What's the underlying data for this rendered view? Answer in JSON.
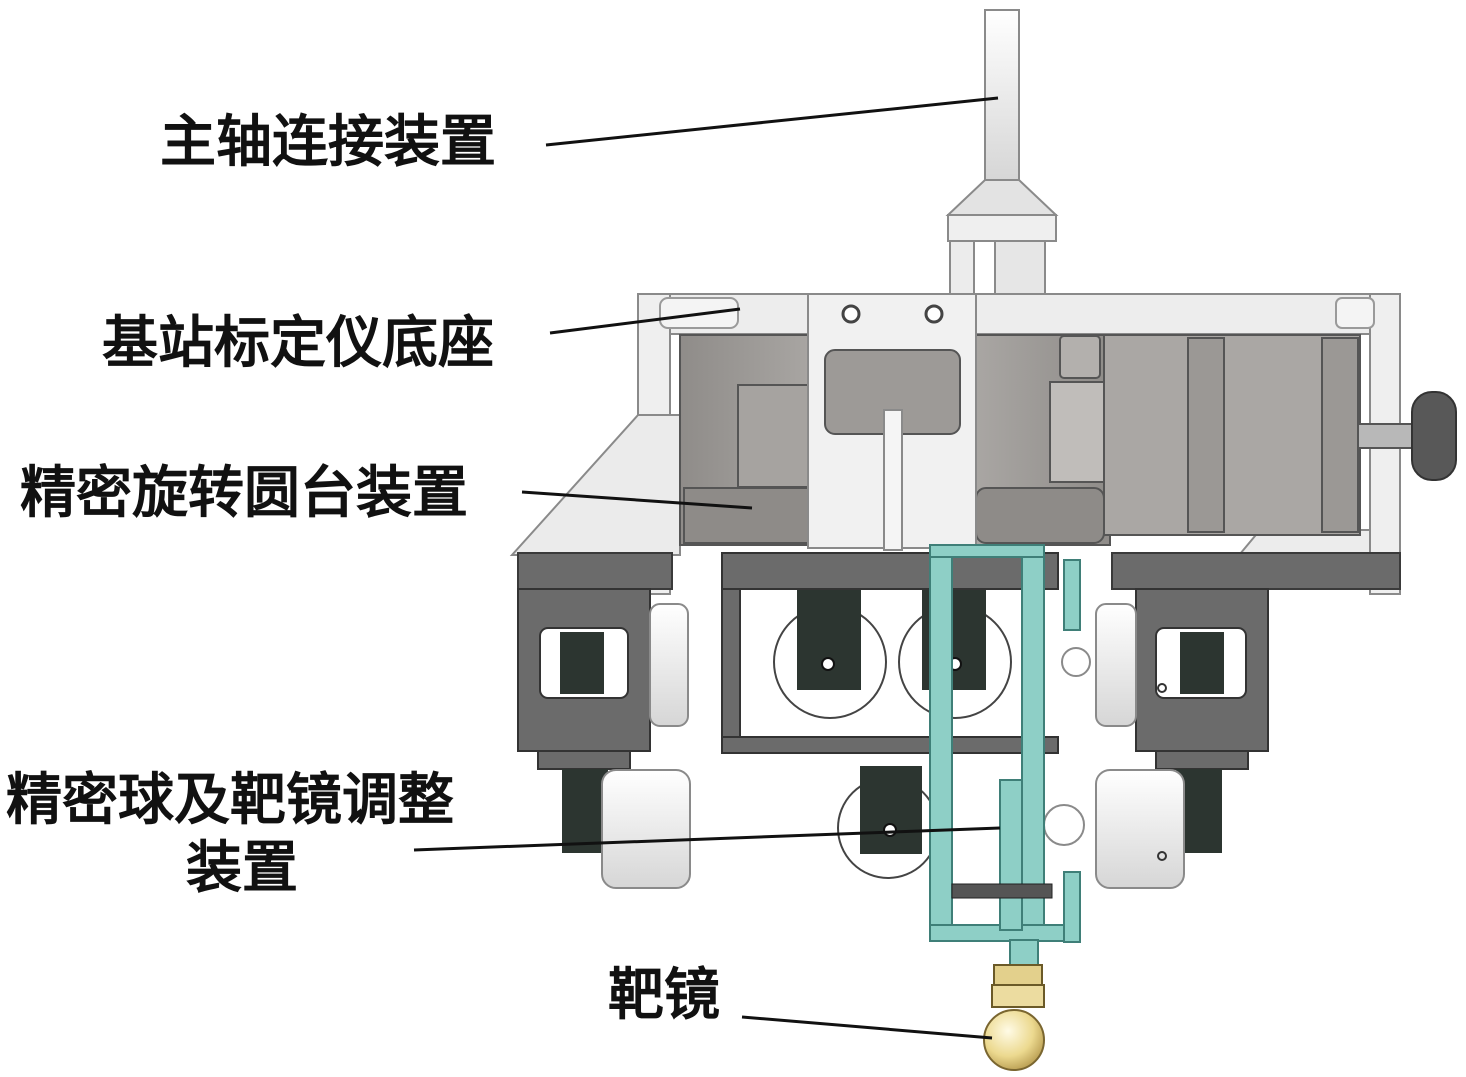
{
  "colors": {
    "frame_light": "#ececec",
    "frame_edge": "#8a8a8a",
    "motor_gray": "#a9a6a3",
    "block_dark": "#6b6b6b",
    "bracket_black": "#2c3530",
    "teal": "#8ecfc6",
    "teal_edge": "#3f7f78",
    "ball_gold": "#e9d9a0",
    "leader": "#111111"
  },
  "labels": {
    "spindle": "主轴连接装置",
    "base": "基站标定仪底座",
    "rotary": "精密旋转圆台装置",
    "adjust_line1": "精密球及靶镜调整",
    "adjust_line2": "装置",
    "target": "靶镜"
  }
}
